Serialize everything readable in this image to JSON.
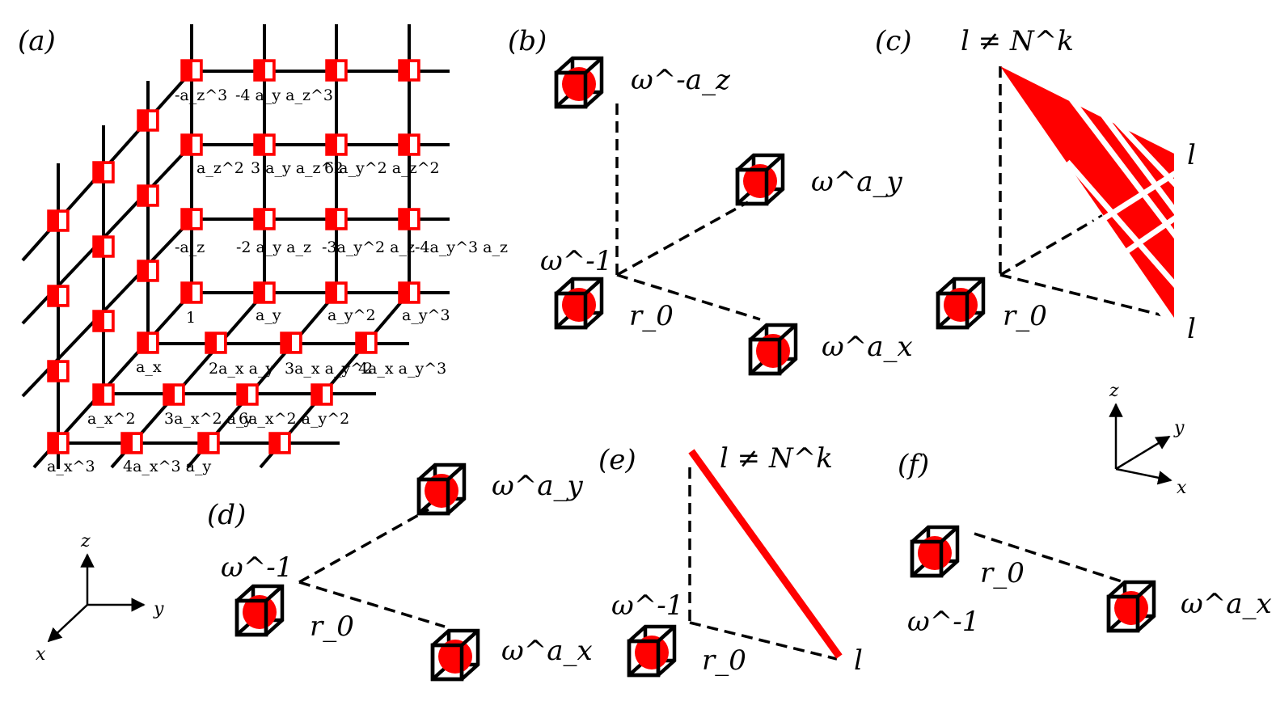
{
  "panels": {
    "a": {
      "label": "(a)",
      "xz_labels": [
        "-a_z^3",
        "-4 a_y a_z^3",
        "a_z^2",
        "3 a_y a_z^2",
        "6 a_y^2 a_z^2",
        "-a_z",
        "-2 a_y a_z",
        "-3a_y^2 a_z",
        "-4a_y^3 a_z"
      ],
      "bottom_labels": [
        "1",
        "a_y",
        "a_y^2",
        "a_y^3"
      ],
      "floor_labels": [
        "a_x",
        "2a_x a_y",
        "3a_x a_y^2",
        "4a_x a_y^3",
        "a_x^2",
        "3a_x^2 a_y",
        "6a_x^2 a_y^2",
        "a_x^3",
        "4a_x^3 a_y"
      ]
    },
    "b": {
      "label": "(b)",
      "omega_minus_az": "ω^-a_z",
      "omega_ay": "ω^a_y",
      "omega_minus1": "ω^-1",
      "r0": "r_0",
      "omega_ax": "ω^a_x"
    },
    "c": {
      "label": "(c)",
      "top": "l ≠ N^k",
      "right_top": "l",
      "right_bottom": "l",
      "r0": "r_0"
    },
    "d": {
      "label": "(d)",
      "omega_ay": "ω^a_y",
      "omega_minus1": "ω^-1",
      "r0": "r_0",
      "omega_ax": "ω^a_x"
    },
    "e": {
      "label": "(e)",
      "top": "l ≠ N^k",
      "omega_minus1": "ω^-1",
      "r0": "r_0",
      "l": "l"
    },
    "f": {
      "label": "(f)",
      "r0": "r_0",
      "omega_minus1": "ω^-1",
      "omega_ax": "ω^a_x"
    }
  },
  "axes_right": {
    "z": "z",
    "y": "y",
    "x": "x"
  },
  "axes_left": {
    "z": "z",
    "y": "y",
    "x": "x"
  },
  "colors": {
    "accent": "#ff0000",
    "ink": "#000000"
  }
}
